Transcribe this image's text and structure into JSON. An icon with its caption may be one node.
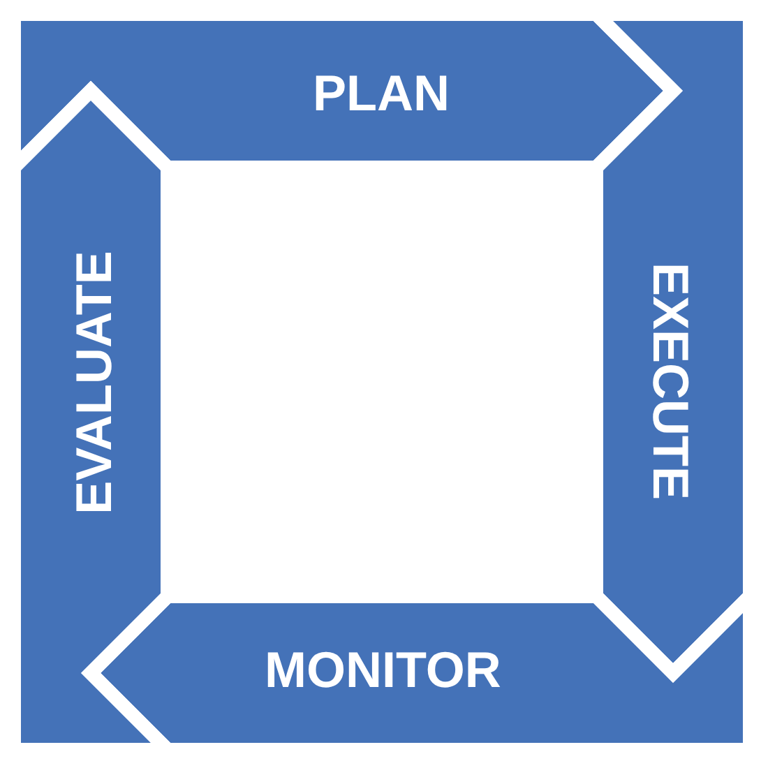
{
  "diagram": {
    "nodes": [
      {
        "text": [
          "PLAN"
        ]
      },
      {
        "text": [
          "EXECUTE"
        ]
      },
      {
        "text": [
          "MONITOR"
        ]
      },
      {
        "text": [
          "EVALUATE"
        ]
      }
    ],
    "edges": []
  }
}
